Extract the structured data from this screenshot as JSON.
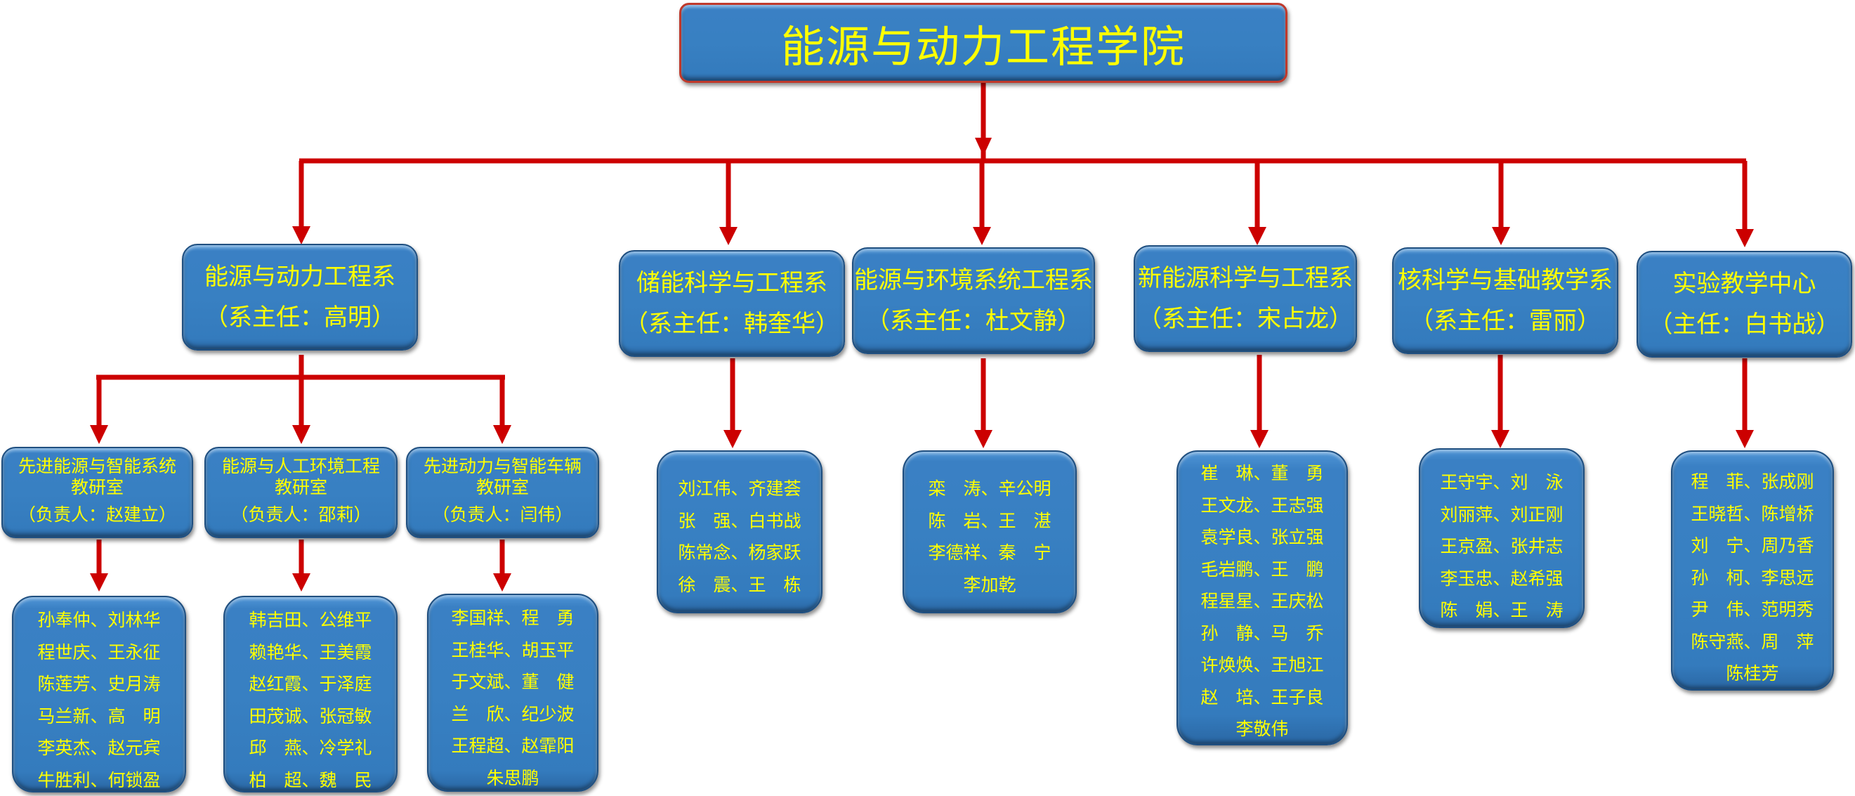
{
  "college": {
    "title": "能源与动力工程学院"
  },
  "departments": [
    {
      "name": "能源与动力工程系",
      "head": "（系主任：高明）",
      "members": []
    },
    {
      "name": "储能科学与工程系",
      "head": "（系主任：韩奎华）",
      "members": [
        "刘江伟、齐建荟",
        "张　强、白书战",
        "陈常念、杨家跃",
        "徐　震、王　栋"
      ]
    },
    {
      "name": "能源与环境系统工程系",
      "head": "（系主任：杜文静）",
      "members": [
        "栾　涛、辛公明",
        "陈　岩、王　湛",
        "李德祥、秦　宁",
        "李加乾"
      ]
    },
    {
      "name": "新能源科学与工程系",
      "head": "（系主任：宋占龙）",
      "members": [
        "崔　琳、董　勇",
        "王文龙、王志强",
        "袁学良、张立强",
        "毛岩鹏、王　鹏",
        "程星星、王庆松",
        "孙　静、马　乔",
        "许焕焕、王旭江",
        "赵　培、王子良",
        "李敬伟"
      ]
    },
    {
      "name": "核科学与基础教学系",
      "head": "（系主任：雷丽）",
      "members": [
        "王守宇、刘　泳",
        "刘丽萍、刘正刚",
        "王京盈、张井志",
        "李玉忠、赵希强",
        "陈　娟、王　涛"
      ]
    },
    {
      "name": "实验教学中心",
      "head": "（主任：白书战）",
      "members": [
        "程　菲、张成刚",
        "王晓哲、陈增桥",
        "刘　宁、周乃香",
        "孙　柯、李思远",
        "尹　伟、范明秀",
        "陈守燕、周　萍",
        "陈桂芳"
      ]
    }
  ],
  "research_rooms": [
    {
      "name": "先进能源与智能系统",
      "suffix": "教研室",
      "lead": "（负责人：赵建立）",
      "members": [
        "孙奉仲、刘林华",
        "程世庆、王永征",
        "陈莲芳、史月涛",
        "马兰新、高　明",
        "李英杰、赵元宾",
        "牛胜利、何锁盈"
      ]
    },
    {
      "name": "能源与人工环境工程",
      "suffix": "教研室",
      "lead": "（负责人：邵莉）",
      "members": [
        "韩吉田、公维平",
        "赖艳华、王美霞",
        "赵红霞、于泽庭",
        "田茂诚、张冠敏",
        "邱　燕、冷学礼",
        "柏　超、魏　民"
      ]
    },
    {
      "name": "先进动力与智能车辆",
      "suffix": "教研室",
      "lead": "（负责人：闫伟）",
      "members": [
        "李国祥、程　勇",
        "王桂华、胡玉平",
        "于文斌、董　健",
        "兰　欣、纪少波",
        "王程超、赵霏阳",
        "朱思鹏"
      ]
    }
  ],
  "colors": {
    "box_fill": "#3880c2",
    "text": "#ffff00",
    "connector": "#cc0000"
  }
}
